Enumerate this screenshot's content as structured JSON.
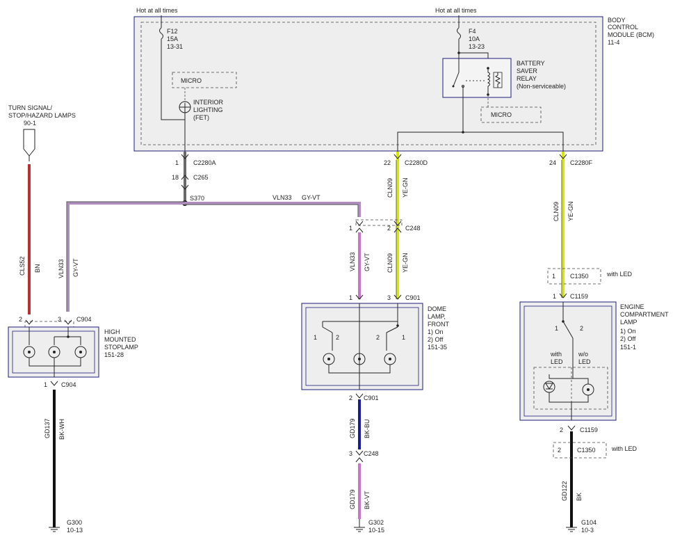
{
  "colors": {
    "bn": "#b83030",
    "gyvt": "#b08cc0",
    "yegn": "#d8e800",
    "bkbu": "#1a1a9a",
    "bkvt": "#c874c8",
    "bk": "#111111",
    "gray": "#6a6a6a",
    "frame": "#1c1c7a"
  },
  "bcm": {
    "hot_left": "Hot at all times",
    "hot_right": "Hot at all times",
    "name_1": "BODY",
    "name_2": "CONTROL",
    "name_3": "MODULE (BCM)",
    "page": "11-4"
  },
  "fuses": {
    "f12": {
      "name": "F12",
      "rating": "15A",
      "page": "13-31"
    },
    "f4": {
      "name": "F4",
      "rating": "10A",
      "page": "13-23"
    }
  },
  "micro": "MICRO",
  "interior": {
    "l1": "INTERIOR",
    "l2": "LIGHTING",
    "l3": "(FET)"
  },
  "relay": {
    "l1": "BATTERY",
    "l2": "SAVER",
    "l3": "RELAY",
    "l4": "(Non-serviceable)"
  },
  "turn": {
    "l1": "TURN SIGNAL/",
    "l2": "STOP/HAZARD LAMPS",
    "page": "90-1"
  },
  "connectors": {
    "c2280a_pin": "1",
    "c2280a": "C2280A",
    "c265_pin": "18",
    "c265": "C265",
    "s370": "S370",
    "c2280d_pin": "22",
    "c2280d": "C2280D",
    "c2280f_pin": "24",
    "c2280f": "C2280F",
    "c248_p1": "1",
    "c248_p2": "2",
    "c248": "C248",
    "c901_p1": "1",
    "c901_p3": "3",
    "c901": "C901",
    "c904_p2": "2",
    "c904_p3": "3",
    "c904": "C904",
    "c904b_pin": "1",
    "c904b": "C904",
    "c901b_pin": "2",
    "c901b": "C901",
    "c248b_pin": "3",
    "c248b": "C248",
    "c1350_pin": "1",
    "c1350": "C1350",
    "with_led": "with LED",
    "c1159_pin": "1",
    "c1159": "C1159",
    "c1159b_pin": "2",
    "c1159b": "C1159",
    "c1350b_pin": "2",
    "c1350b": "C1350",
    "with_led_b": "with LED"
  },
  "wires": {
    "cls52": "CLS52",
    "bn": "BN",
    "vln33_a": "VLN33",
    "gyvt_a": "GY-VT",
    "vln33_h": "VLN33",
    "gyvt_h": "GY-VT",
    "cln09_a": "CLN09",
    "yegn_a": "YE-GN",
    "vln33_b": "VLN33",
    "gyvt_b": "GY-VT",
    "cln09_b": "CLN09",
    "yegn_b": "YE-GN",
    "cln09_c": "CLN09",
    "yegn_c": "YE-GN",
    "gd137": "GD137",
    "bkwh": "BK-WH",
    "gd179_a": "GD179",
    "bkbu": "BK-BU",
    "gd179_b": "GD179",
    "bkvt": "BK-VT",
    "gd122": "GD122",
    "bk": "BK"
  },
  "hmsl": {
    "l1": "HIGH",
    "l2": "MOUNTED",
    "l3": "STOPLAMP",
    "page": "151-28"
  },
  "dome": {
    "l1": "DOME",
    "l2": "LAMP,",
    "l3": "FRONT",
    "l4": "1) On",
    "l5": "2) Off",
    "page": "151-35",
    "pos1": "1",
    "pos2": "2",
    "pos3": "2",
    "pos4": "1"
  },
  "engine": {
    "l1": "ENGINE",
    "l2": "COMPARTMENT",
    "l3": "LAMP",
    "l4": "1) On",
    "l5": "2) Off",
    "page": "151-1",
    "pos1": "1",
    "pos2": "2",
    "with_a": "with",
    "with_b": "LED",
    "wo_a": "w/o",
    "wo_b": "LED"
  },
  "grounds": {
    "g300": "G300",
    "g300_page": "10-13",
    "g302": "G302",
    "g302_page": "10-15",
    "g104": "G104",
    "g104_page": "10-3"
  }
}
